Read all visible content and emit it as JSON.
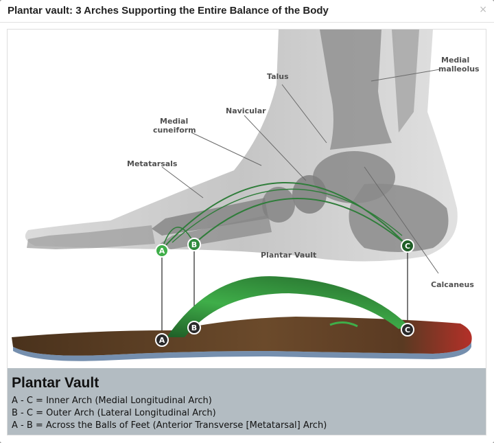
{
  "modal": {
    "title": "Plantar vault: 3 Arches Supporting the Entire Balance of the Body",
    "close_symbol": "×"
  },
  "diagram": {
    "labels": {
      "medial_malleolus_1": "Medial",
      "medial_malleolus_2": "malleolus",
      "talus": "Talus",
      "navicular": "Navicular",
      "medial_cuneiform_1": "Medial",
      "medial_cuneiform_2": "cuneiform",
      "metatarsals": "Metatarsals",
      "plantar_vault": "Plantar Vault",
      "calcaneus": "Calcaneus"
    },
    "markers": {
      "a": "A",
      "b": "B",
      "c": "C"
    }
  },
  "legend": {
    "title": "Plantar Vault",
    "lines": [
      "A - C = Inner Arch (Medial Longitudinal Arch)",
      "B - C = Outer Arch (Lateral Longitudinal Arch)",
      "A - B = Across the Balls of Feet (Anterior Transverse [Metatarsal] Arch)"
    ]
  },
  "colors": {
    "arch_green": "#2f7d3a",
    "insole_brown": "#5b3d22",
    "insole_green": "#3fae49",
    "heel_red": "#c8332c"
  }
}
